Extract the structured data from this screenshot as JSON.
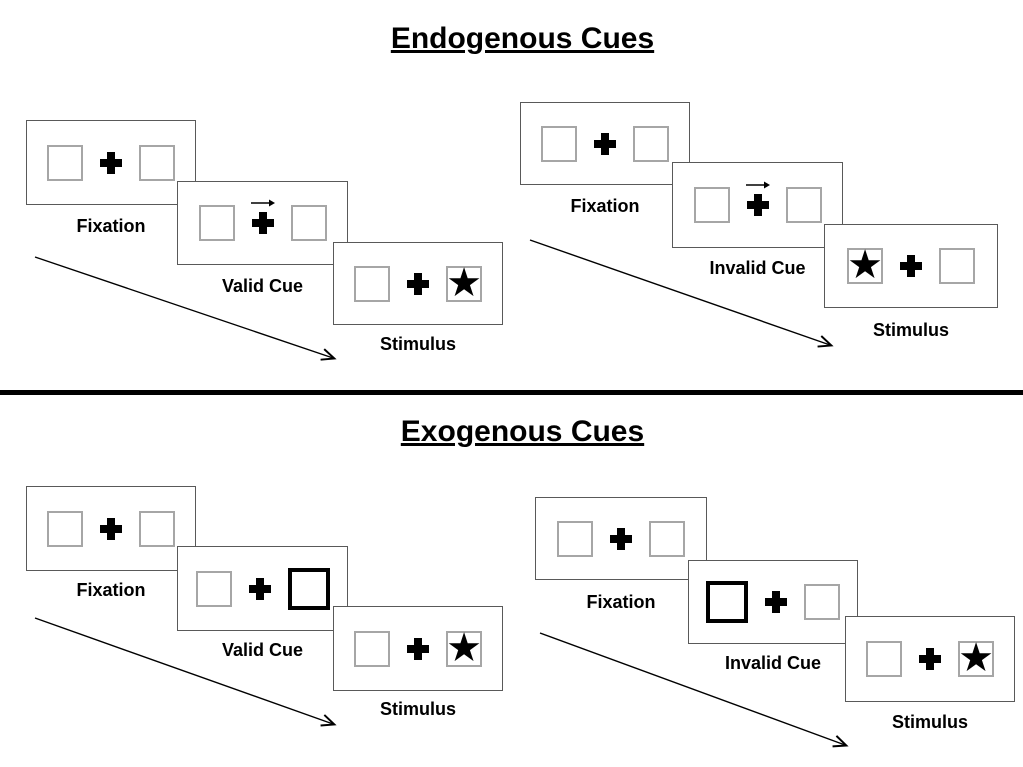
{
  "sections": [
    {
      "id": "endogenous",
      "title": "Endogenous Cues",
      "groups": [
        {
          "id": "valid",
          "panels": [
            {
              "label": "Fixation"
            },
            {
              "label": "Valid Cue"
            },
            {
              "label": "Stimulus"
            }
          ]
        },
        {
          "id": "invalid",
          "panels": [
            {
              "label": "Fixation"
            },
            {
              "label": "Invalid Cue"
            },
            {
              "label": "Stimulus"
            }
          ]
        }
      ]
    },
    {
      "id": "exogenous",
      "title": "Exogenous Cues",
      "groups": [
        {
          "id": "valid",
          "panels": [
            {
              "label": "Fixation"
            },
            {
              "label": "Valid Cue"
            },
            {
              "label": "Stimulus"
            }
          ]
        },
        {
          "id": "invalid",
          "panels": [
            {
              "label": "Fixation"
            },
            {
              "label": "Invalid Cue"
            },
            {
              "label": "Stimulus"
            }
          ]
        }
      ]
    }
  ],
  "symbols": {
    "star_target": "★",
    "fixation_cross": "+",
    "cue_arrow_direction": "right"
  },
  "colors": {
    "background": "#ffffff",
    "panel_border": "#595959",
    "placeholder_box_border": "#a6a6a6",
    "exogenous_cue_border": "#000000",
    "divider": "#000000",
    "text": "#000000"
  }
}
